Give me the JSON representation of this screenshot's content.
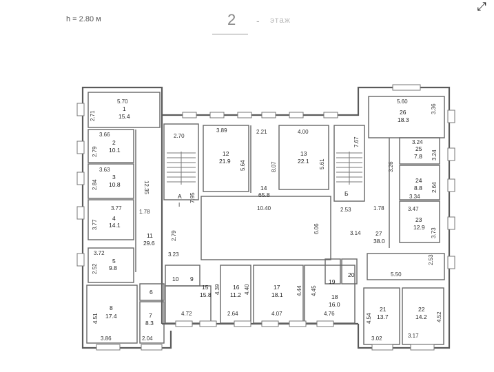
{
  "header": {
    "ceiling_height": "h = 2.80 м",
    "floor_number": "2",
    "floor_dash": "-",
    "floor_word": "этаж"
  },
  "controls": {
    "expand_icon": "expand-arrows-icon",
    "expand_glyph": "⤢"
  },
  "colors": {
    "wall": "#5a5a5a",
    "background": "#ffffff",
    "text": "#222222"
  },
  "rooms": [
    {
      "id": "1",
      "area": "15.4",
      "dims": [
        "5.70",
        "2.71"
      ]
    },
    {
      "id": "2",
      "area": "10.1",
      "dims": [
        "3.66",
        "2.79"
      ]
    },
    {
      "id": "3",
      "area": "10.8",
      "dims": [
        "3.63",
        "2.84"
      ]
    },
    {
      "id": "4",
      "area": "14.1",
      "dims": [
        "3.77",
        "3.77"
      ]
    },
    {
      "id": "5",
      "area": "9.8",
      "dims": [
        "3.72",
        "2.52"
      ]
    },
    {
      "id": "6",
      "area": "",
      "dims": []
    },
    {
      "id": "7",
      "area": "8.3",
      "dims": [
        "2.04"
      ]
    },
    {
      "id": "8",
      "area": "17.4",
      "dims": [
        "3.86",
        "4.51"
      ]
    },
    {
      "id": "9",
      "area": "",
      "dims": []
    },
    {
      "id": "10",
      "area": "",
      "dims": []
    },
    {
      "id": "11",
      "area": "29.6",
      "dims": [
        "1.78",
        "12.35",
        "2.79",
        "3.23"
      ]
    },
    {
      "id": "12",
      "area": "21.9",
      "dims": [
        "3.89",
        "5.64"
      ]
    },
    {
      "id": "13",
      "area": "22.1",
      "dims": [
        "4.00",
        "5.61"
      ]
    },
    {
      "id": "14",
      "area": "65.8",
      "dims": [
        "2.21",
        "8.07",
        "10.40",
        "6.06"
      ]
    },
    {
      "id": "15",
      "area": "15.8",
      "dims": [
        "4.72",
        "4.39"
      ]
    },
    {
      "id": "16",
      "area": "11.2",
      "dims": [
        "2.64",
        "4.40"
      ]
    },
    {
      "id": "17",
      "area": "18.1",
      "dims": [
        "4.07",
        "4.44"
      ]
    },
    {
      "id": "18",
      "area": "16.0",
      "dims": [
        "4.76",
        "4.45"
      ]
    },
    {
      "id": "19",
      "area": "",
      "dims": []
    },
    {
      "id": "20",
      "area": "",
      "dims": []
    },
    {
      "id": "21",
      "area": "13.7",
      "dims": [
        "3.02",
        "4.54"
      ]
    },
    {
      "id": "22",
      "area": "14.2",
      "dims": [
        "3.17",
        "4.52"
      ]
    },
    {
      "id": "23",
      "area": "12.9",
      "dims": [
        "3.47",
        "3.73"
      ]
    },
    {
      "id": "24",
      "area": "8.8",
      "dims": [
        "3.34",
        "2.64"
      ]
    },
    {
      "id": "25",
      "area": "7.8",
      "dims": [
        "3.24",
        "3.24"
      ]
    },
    {
      "id": "26",
      "area": "18.3",
      "dims": [
        "5.60",
        "3.36"
      ]
    },
    {
      "id": "27",
      "area": "38.0",
      "dims": [
        "1.78",
        "3.26",
        "3.14",
        "5.50",
        "2.53"
      ]
    }
  ],
  "stairs": [
    {
      "label": "А",
      "sublabel": "I",
      "dims": [
        "2.70",
        "7.95"
      ]
    },
    {
      "label": "Б",
      "sublabel": "",
      "dims": [
        "7.67",
        "2.53"
      ]
    }
  ],
  "labels": {
    "r1_w": "5.70",
    "r1_h": "2.71",
    "r1_n": "1",
    "r1_a": "15.4",
    "r2_w": "3.66",
    "r2_h": "2.79",
    "r2_n": "2",
    "r2_a": "10.1",
    "r3_w": "3.63",
    "r3_h": "2.84",
    "r3_n": "3",
    "r3_a": "10.8",
    "r4_w": "3.77",
    "r4_h": "3.77",
    "r4_n": "4",
    "r4_a": "14.1",
    "r5_w": "3.72",
    "r5_h": "2.52",
    "r5_n": "5",
    "r5_a": "9.8",
    "r6_n": "6",
    "r7_n": "7",
    "r7_a": "8.3",
    "r7_w": "2.04",
    "r8_n": "8",
    "r8_a": "17.4",
    "r8_w": "3.86",
    "r8_h": "4.51",
    "r9_n": "9",
    "r10_n": "10",
    "r11_n": "11",
    "r11_a": "29.6",
    "r11_d1": "1.78",
    "r11_d2": "12.35",
    "r11_d3": "2.79",
    "r11_d4": "3.23",
    "sA_w": "2.70",
    "sA_l": "А",
    "sA_s": "I",
    "sA_h": "7.95",
    "r12_w": "3.89",
    "r12_n": "12",
    "r12_a": "21.9",
    "r12_h": "5.64",
    "r14_w": "2.21",
    "r14_h": "8.07",
    "r14_n": "14",
    "r14_a": "65.8",
    "r14_d": "10.40",
    "r14_d2": "6.06",
    "r13_w": "4.00",
    "r13_n": "13",
    "r13_a": "22.1",
    "r13_h": "5.61",
    "sB_h": "7.67",
    "sB_l": "Б",
    "sB_w": "2.53",
    "r26_w": "5.60",
    "r26_n": "26",
    "r26_a": "18.3",
    "r26_h": "3.36",
    "r25_w": "3.24",
    "r25_n": "25",
    "r25_a": "7.8",
    "r25_h": "3.24",
    "r24_n": "24",
    "r24_a": "8.8",
    "r24_h": "2.64",
    "r24_w": "3.34",
    "r23_w": "3.47",
    "r23_n": "23",
    "r23_a": "12.9",
    "r23_h": "3.73",
    "r27_d1": "1.78",
    "r27_d2": "3.26",
    "r27_d3": "3.14",
    "r27_n": "27",
    "r27_a": "38.0",
    "r27_d4": "2.53",
    "r27_d5": "5.50",
    "r15_n": "15",
    "r15_a": "15.8",
    "r15_h": "4.39",
    "r15_w": "4.72",
    "r16_n": "16",
    "r16_a": "11.2",
    "r16_h": "4.40",
    "r16_w": "2.64",
    "r17_n": "17",
    "r17_a": "18.1",
    "r17_h": "4.44",
    "r17_w": "4.07",
    "r18_n": "18",
    "r18_a": "16.0",
    "r18_h": "4.45",
    "r18_w": "4.76",
    "r19_n": "19",
    "r20_n": "20",
    "r21_n": "21",
    "r21_a": "13.7",
    "r21_h": "4.54",
    "r21_w": "3.02",
    "r22_n": "22",
    "r22_a": "14.2",
    "r22_h": "4.52",
    "r22_w": "3.17"
  }
}
